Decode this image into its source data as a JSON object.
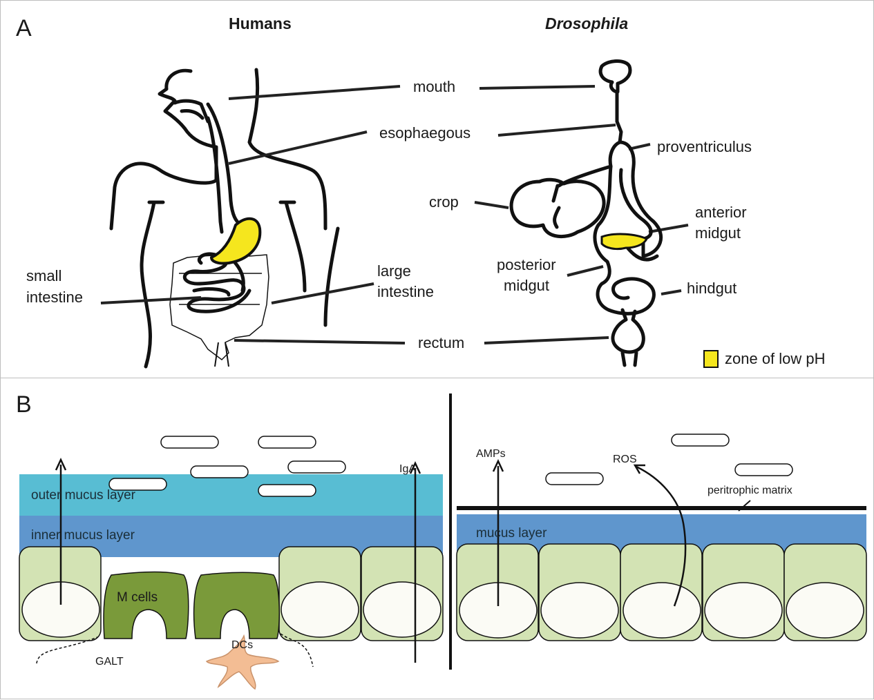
{
  "panel_a": {
    "letter": "A",
    "humans_title": "Humans",
    "drosophila_title": "Drosophila",
    "labels": {
      "mouth": "mouth",
      "esophagus": "esophaegous",
      "proventriculus": "proventriculus",
      "crop": "crop",
      "anterior_midgut_1": "anterior",
      "anterior_midgut_2": "midgut",
      "posterior_midgut_1": "posterior",
      "posterior_midgut_2": "midgut",
      "small_intestine_1": "small",
      "small_intestine_2": "intestine",
      "large_intestine_1": "large",
      "large_intestine_2": "intestine",
      "hindgut": "hindgut",
      "rectum": "rectum"
    },
    "legend": {
      "label": "zone of low pH",
      "color": "#f5e61e"
    }
  },
  "panel_b": {
    "letter": "B",
    "left": {
      "outer_mucus": "outer mucus layer",
      "inner_mucus": "inner mucus layer",
      "m_cells": "M cells",
      "galt": "GALT",
      "dcs": "DCs",
      "iga": "IgA"
    },
    "right": {
      "amps": "AMPs",
      "ros": "ROS",
      "peritrophic": "peritrophic matrix",
      "mucus": "mucus layer"
    },
    "colors": {
      "outer_mucus": "#58bdd3",
      "inner_mucus": "#5f96cd",
      "epithelium": "#d3e3b4",
      "m_cell": "#7a9a3a",
      "dc": "#f3bd94"
    }
  }
}
